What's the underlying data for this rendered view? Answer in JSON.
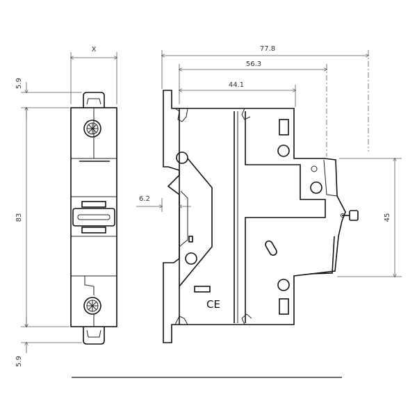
{
  "drawing": {
    "front_view": {
      "width_label": "X",
      "top_clip_label": "5.9",
      "height_label": "83",
      "bottom_clip_label": "5.9"
    },
    "side_view": {
      "overall_depth_label": "77.8",
      "depth_to_lever_label": "56.3",
      "depth_to_face_label": "44.1",
      "rail_offset_label": "6.2",
      "face_height_label": "45",
      "certification_mark": "CE"
    },
    "colors": {
      "line": "#111111",
      "dimension": "#555555",
      "background": "#ffffff"
    }
  }
}
